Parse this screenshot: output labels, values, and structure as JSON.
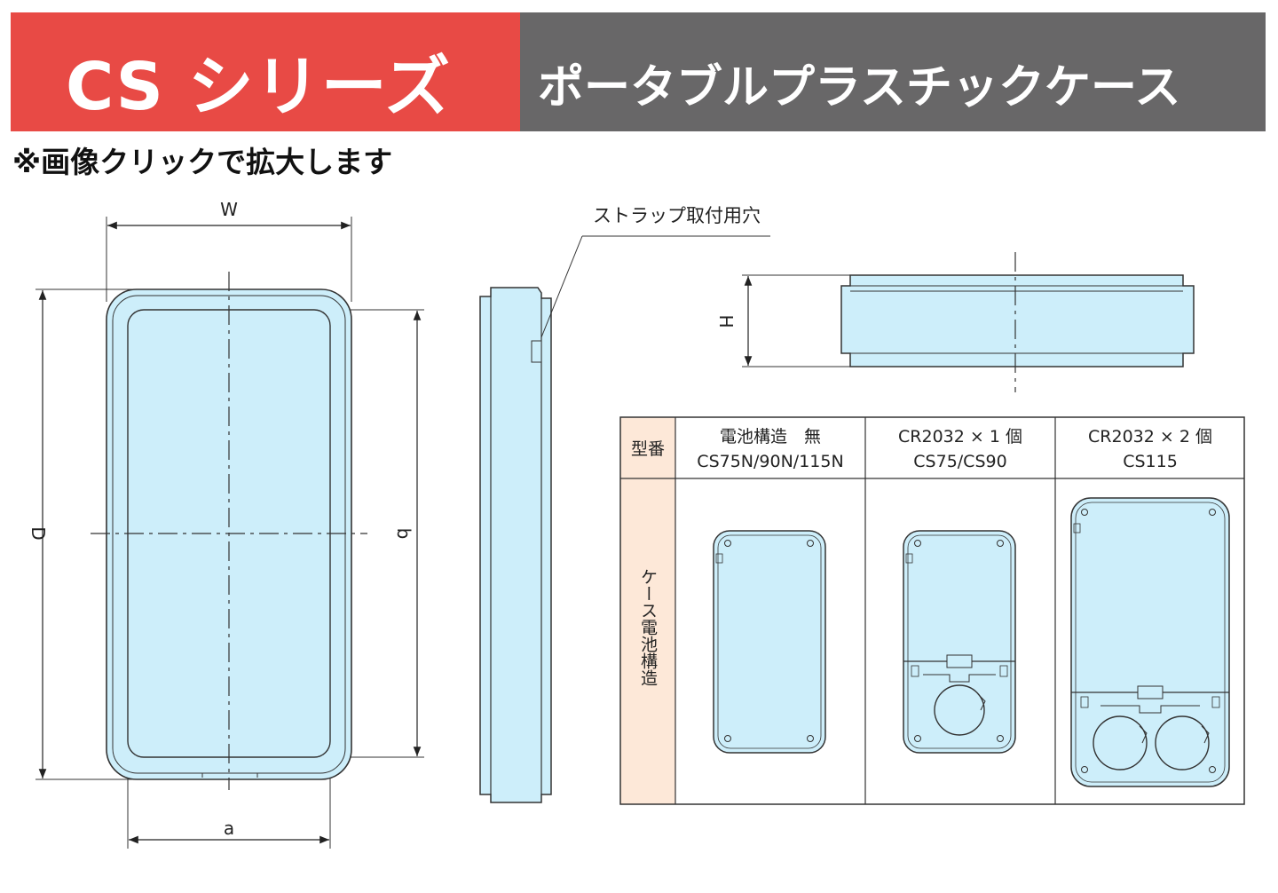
{
  "header": {
    "series_title": "CS シリーズ",
    "product_title": "ポータブルプラスチックケース",
    "note": "※画像クリックで拡大します"
  },
  "diagram": {
    "dimension_labels": {
      "width": "W",
      "depth": "D",
      "inner_width": "a",
      "inner_depth": "b",
      "height": "H"
    },
    "callout": "ストラップ取付用穴",
    "table": {
      "row_header_model": "型番",
      "row_header_structure": "ケース電池構造",
      "columns": [
        {
          "line1": "電池構造　無",
          "line2": "CS75N/90N/115N"
        },
        {
          "line1": "CR2032 × 1 個",
          "line2": "CS75/CS90"
        },
        {
          "line1": "CR2032 × 2 個",
          "line2": "CS115"
        }
      ]
    }
  },
  "colors": {
    "banner_red": "#e84a45",
    "banner_gray": "#686768",
    "case_fill": "#cdeefa",
    "row_header_fill": "#fde8d8",
    "line": "#333333"
  }
}
